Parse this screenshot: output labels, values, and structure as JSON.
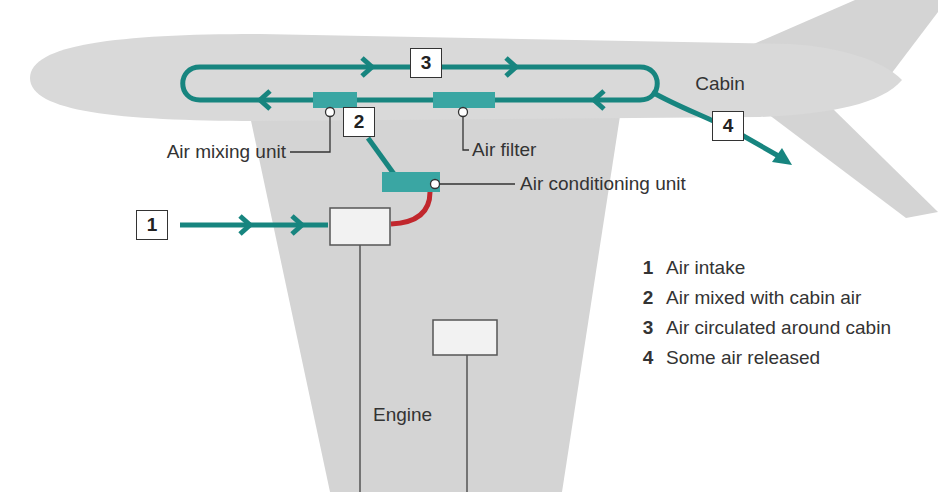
{
  "diagram": {
    "nodes": [
      {
        "text": [
          "3"
        ]
      },
      {
        "text": [
          "2"
        ]
      },
      {
        "text": [
          "4"
        ]
      },
      {
        "text": [
          "1"
        ]
      }
    ],
    "labels": [
      "Cabin",
      "Air mixing unit",
      "Air filter",
      "Air conditioning unit",
      "Engine",
      "1",
      "Air intake",
      "2",
      "Air mixed with cabin air",
      "3",
      "Air circulated around cabin",
      "4",
      "Some air released"
    ]
  }
}
